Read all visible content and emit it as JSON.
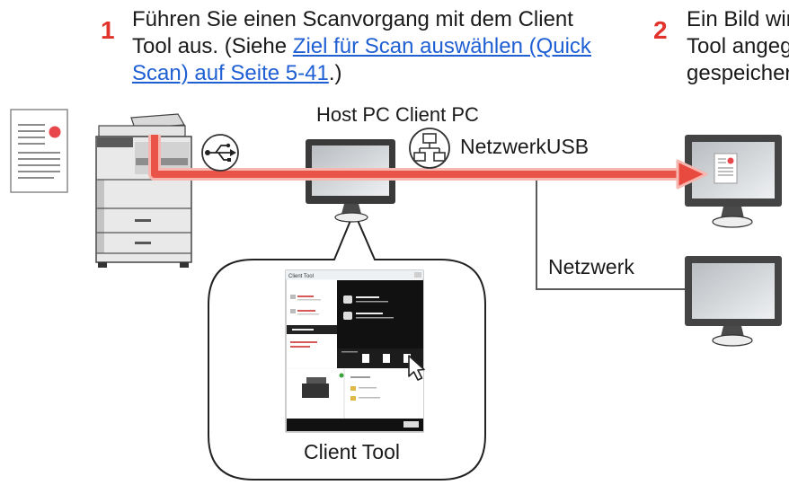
{
  "step1": {
    "number": "1",
    "line1": "Führen Sie einen Scanvorgang mit dem Client",
    "line2_text": "Tool aus. (Siehe ",
    "link_line2": "Ziel für Scan auswählen (Quick",
    "link_line3": "Scan) auf Seite 5-41",
    "line3_text": ".)"
  },
  "step2": {
    "number": "2",
    "line1": "Ein Bild wir",
    "line2": "Tool angeg",
    "line3": "gespeicher"
  },
  "diagram": {
    "host_client_pc_label": "Host PC Client PC",
    "network_usb_label": "NetzwerkUSB",
    "network_label": "Netzwerk",
    "callout_label": "Client Tool",
    "client_tool_window_title": "Client Tool"
  },
  "icons": {
    "original": "document-icon",
    "device": "mfp-printer-icon",
    "usb": "usb-icon",
    "network": "network-icon",
    "host": "monitor-icon",
    "cursor": "mouse-cursor-icon"
  },
  "colors": {
    "step_number": "#e1332b",
    "link": "#1f5fd4",
    "arrow": "#e84a3f",
    "arrow_glow": "#f6b7b0",
    "line": "#5a5a5a"
  }
}
